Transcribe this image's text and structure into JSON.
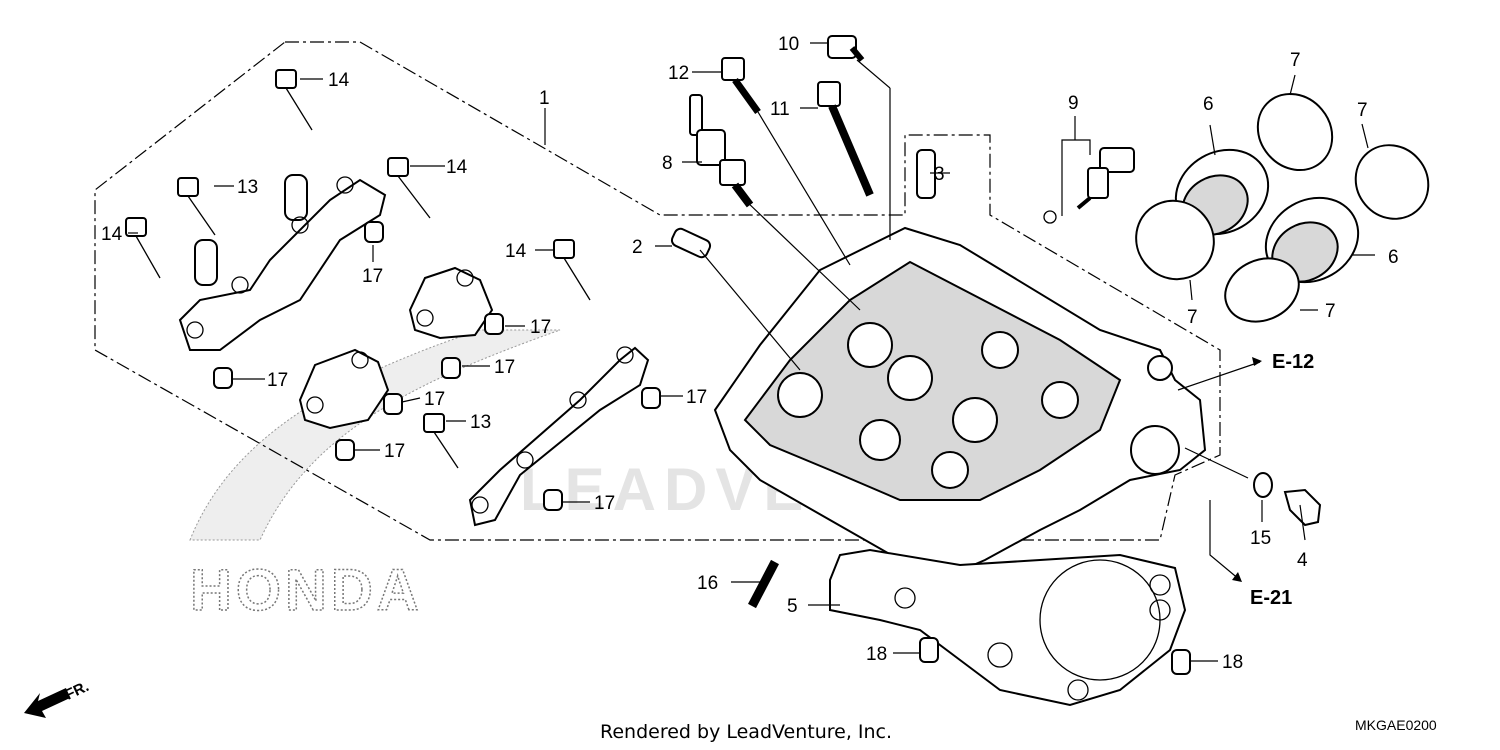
{
  "labels": {
    "l1": "1",
    "l2": "2",
    "l3": "3",
    "l4": "4",
    "l5": "5",
    "l6a": "6",
    "l6b": "6",
    "l7a": "7",
    "l7b": "7",
    "l7c": "7",
    "l7d": "7",
    "l8": "8",
    "l9": "9",
    "l10": "10",
    "l11": "11",
    "l12": "12",
    "l13a": "13",
    "l13b": "13",
    "l14a": "14",
    "l14b": "14",
    "l14c": "14",
    "l14d": "14",
    "l15": "15",
    "l16": "16",
    "l17a": "17",
    "l17b": "17",
    "l17c": "17",
    "l17d": "17",
    "l17e": "17",
    "l17f": "17",
    "l17g": "17",
    "l17h": "17",
    "l18a": "18",
    "l18b": "18"
  },
  "references": {
    "e12": "E-12",
    "e21": "E-21"
  },
  "front_marker": "FR.",
  "watermark": "LEADVENTURE",
  "brand_logo": "HONDA",
  "footer": {
    "credit": "Rendered by LeadVenture, Inc.",
    "diagram_code": "MKGAE0200"
  }
}
